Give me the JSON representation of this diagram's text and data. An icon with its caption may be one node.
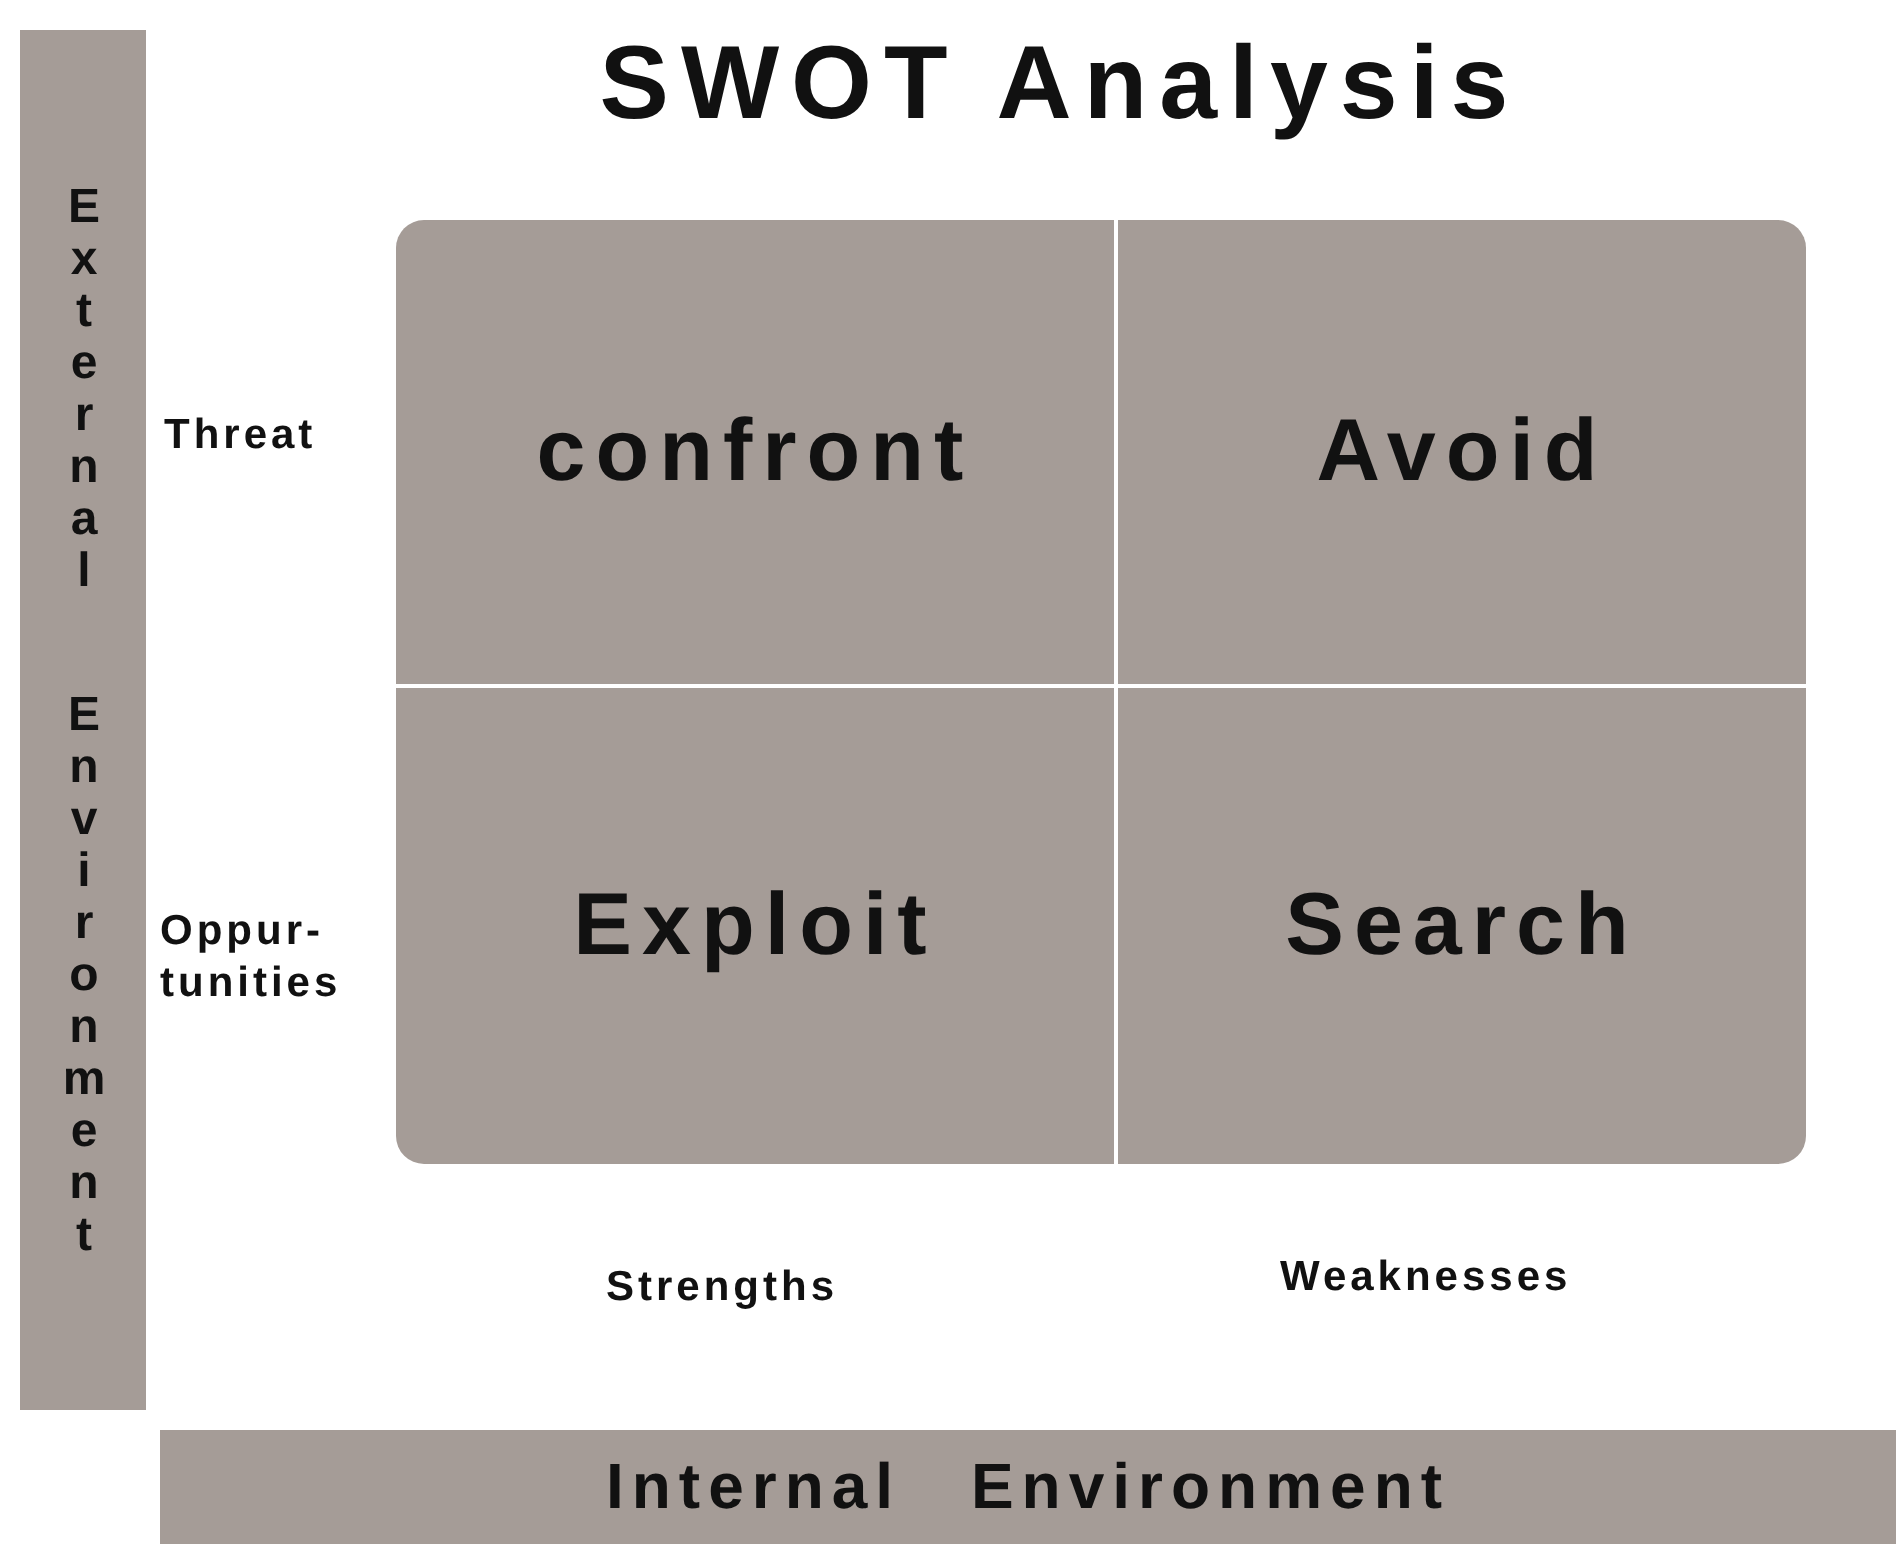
{
  "diagram": {
    "title": "SWOT Analysis",
    "nodes": [
      {
        "text": [
          "External Environment"
        ]
      },
      {
        "text": [
          "confront"
        ]
      },
      {
        "text": [
          "Avoid"
        ]
      },
      {
        "text": [
          "Exploit"
        ]
      },
      {
        "text": [
          "Search"
        ]
      },
      {
        "text": [
          "Internal Environment"
        ]
      }
    ],
    "labels": [
      "Threat",
      "Oppur- tunities",
      "Strengths",
      "Weaknesses"
    ]
  }
}
